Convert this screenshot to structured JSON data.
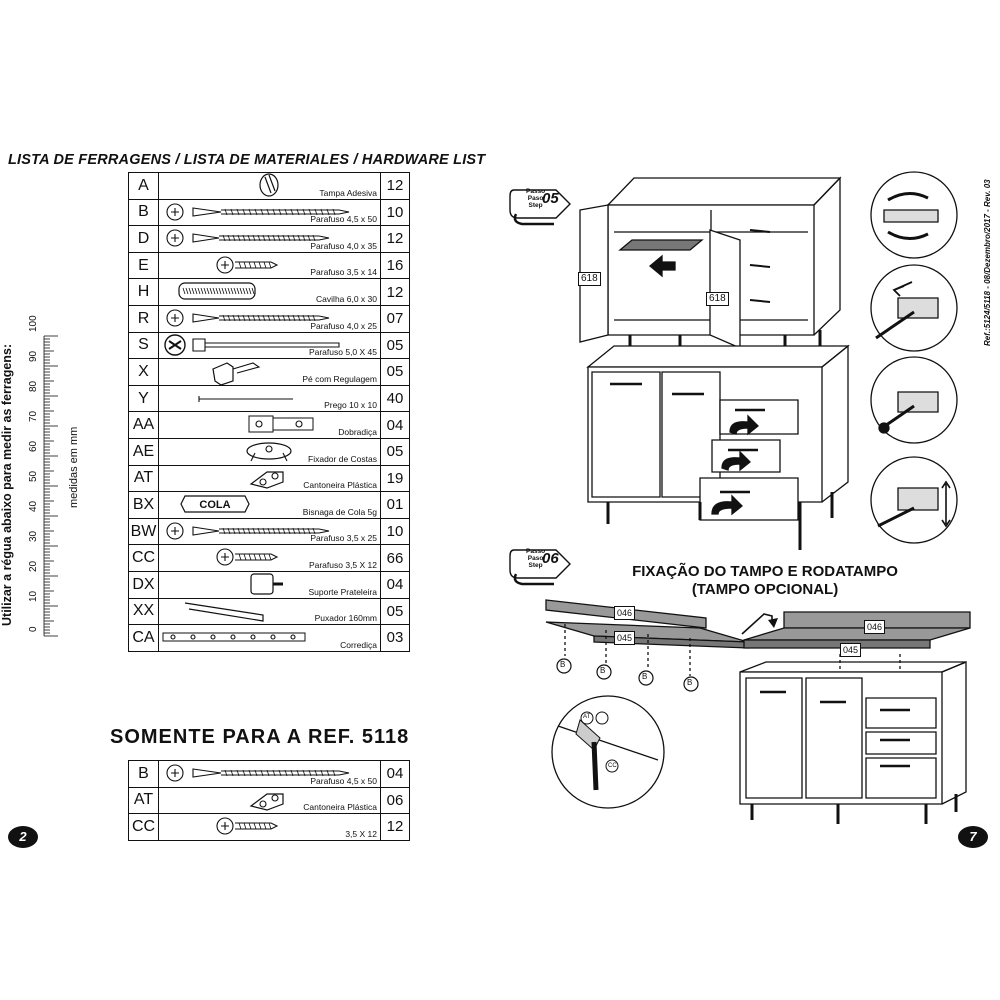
{
  "hardware_list": {
    "title": "LISTA DE FERRAGENS / LISTA DE MATERIALES / HARDWARE LIST",
    "rows": [
      {
        "code": "A",
        "label": "Tampa Adesiva",
        "qty": "12",
        "icon": "adhesive-cap-icon"
      },
      {
        "code": "B",
        "label": "Parafuso 4,5 x 50",
        "qty": "10",
        "icon": "long-screw-icon"
      },
      {
        "code": "D",
        "label": "Parafuso 4,0 x 35",
        "qty": "12",
        "icon": "screw-icon"
      },
      {
        "code": "E",
        "label": "Parafuso 3,5 x 14",
        "qty": "16",
        "icon": "short-screw-icon"
      },
      {
        "code": "H",
        "label": "Cavilha 6,0 x 30",
        "qty": "12",
        "icon": "dowel-icon"
      },
      {
        "code": "R",
        "label": "Parafuso 4,0 x 25",
        "qty": "07",
        "icon": "screw-icon"
      },
      {
        "code": "S",
        "label": "Parafuso 5,0 X 45",
        "qty": "05",
        "icon": "bolt-icon"
      },
      {
        "code": "X",
        "label": "Pé com Regulagem",
        "qty": "05",
        "icon": "adjustable-foot-icon"
      },
      {
        "code": "Y",
        "label": "Prego 10 x 10",
        "qty": "40",
        "icon": "nail-icon"
      },
      {
        "code": "AA",
        "label": "Dobradiça",
        "qty": "04",
        "icon": "hinge-icon"
      },
      {
        "code": "AE",
        "label": "Fixador de Costas",
        "qty": "05",
        "icon": "back-fastener-icon"
      },
      {
        "code": "AT",
        "label": "Cantoneira Plástica",
        "qty": "19",
        "icon": "plastic-bracket-icon"
      },
      {
        "code": "BX",
        "label": "Bisnaga de Cola 5g",
        "qty": "01",
        "icon": "glue-tube-icon",
        "text": "COLA"
      },
      {
        "code": "BW",
        "label": "Parafuso 3,5 x 25",
        "qty": "10",
        "icon": "screw-icon"
      },
      {
        "code": "CC",
        "label": "Parafuso 3,5 X 12",
        "qty": "66",
        "icon": "short-screw-icon"
      },
      {
        "code": "DX",
        "label": "Suporte Prateleira",
        "qty": "04",
        "icon": "shelf-support-icon"
      },
      {
        "code": "XX",
        "label": "Puxador 160mm",
        "qty": "05",
        "icon": "handle-icon"
      },
      {
        "code": "CA",
        "label": "Corrediça",
        "qty": "03",
        "icon": "drawer-slide-icon"
      }
    ]
  },
  "ruler": {
    "label": "Utilizar a régua abaixo para medir as ferragens:",
    "unit": "medidas em mm",
    "ticks": [
      "0",
      "10",
      "20",
      "30",
      "40",
      "50",
      "60",
      "70",
      "80",
      "90",
      "100"
    ]
  },
  "ref5118": {
    "title": "SOMENTE PARA A REF. 5118",
    "rows": [
      {
        "code": "B",
        "label": "Parafuso 4,5 x 50",
        "qty": "04",
        "icon": "long-screw-icon"
      },
      {
        "code": "AT",
        "label": "Cantoneira Plástica",
        "qty": "06",
        "icon": "plastic-bracket-icon"
      },
      {
        "code": "CC",
        "label": "3,5 X 12",
        "qty": "12",
        "icon": "short-screw-icon"
      }
    ]
  },
  "page_left": "2",
  "page_right": "7",
  "reference": "Ref.:5124/5118 - 08/Dezembro/2017 - Rev. 03",
  "step5": {
    "line1": "Passo",
    "line2": "Paso",
    "line3": "Step",
    "number": "05"
  },
  "step6": {
    "line1": "Passo",
    "line2": "Paso",
    "line3": "Step",
    "number": "06"
  },
  "part_labels": {
    "door_left": "618",
    "door_right": "618",
    "backsplash": "046",
    "top": "045",
    "screw": "B",
    "bracket": "AT",
    "cc": "CC"
  },
  "fixation": {
    "line1": "FIXAÇÃO DO TAMPO E RODATAMPO",
    "line2": "(TAMPO OPCIONAL)"
  }
}
